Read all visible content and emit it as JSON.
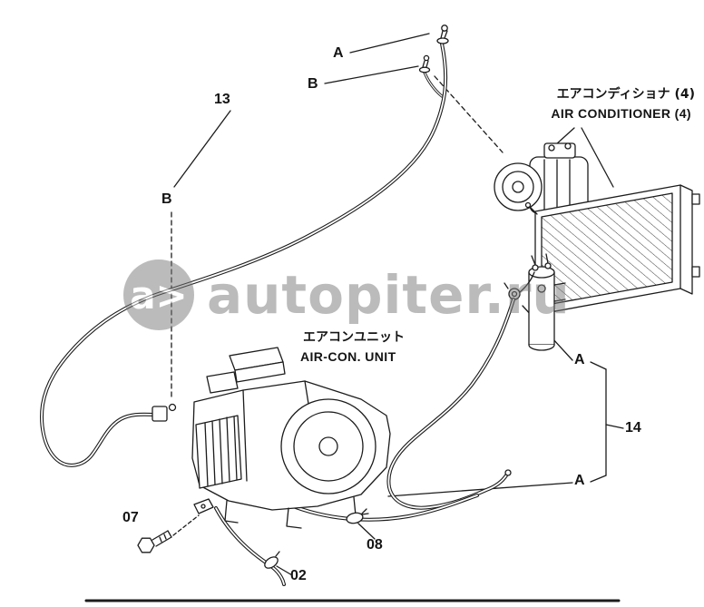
{
  "page": {
    "background": "#ffffff",
    "ink": "#1c1c1c"
  },
  "watermark": {
    "logo": "a>",
    "text": "autopiter.ru",
    "color": "#7a7a7a"
  },
  "annotations": {
    "air_conditioner": {
      "jp": "エアコンディショナ (4)",
      "en": "AIR CONDITIONER (4)"
    },
    "aircon_unit": {
      "jp": "エアコンユニット",
      "en": "AIR-CON. UNIT"
    }
  },
  "callouts": {
    "a_top": "A",
    "b_top": "B",
    "part_13": "13",
    "b_mid": "B",
    "a_right_upper": "A",
    "part_14": "14",
    "a_right_lower": "A",
    "part_07": "07",
    "part_08": "08",
    "part_02": "02"
  }
}
